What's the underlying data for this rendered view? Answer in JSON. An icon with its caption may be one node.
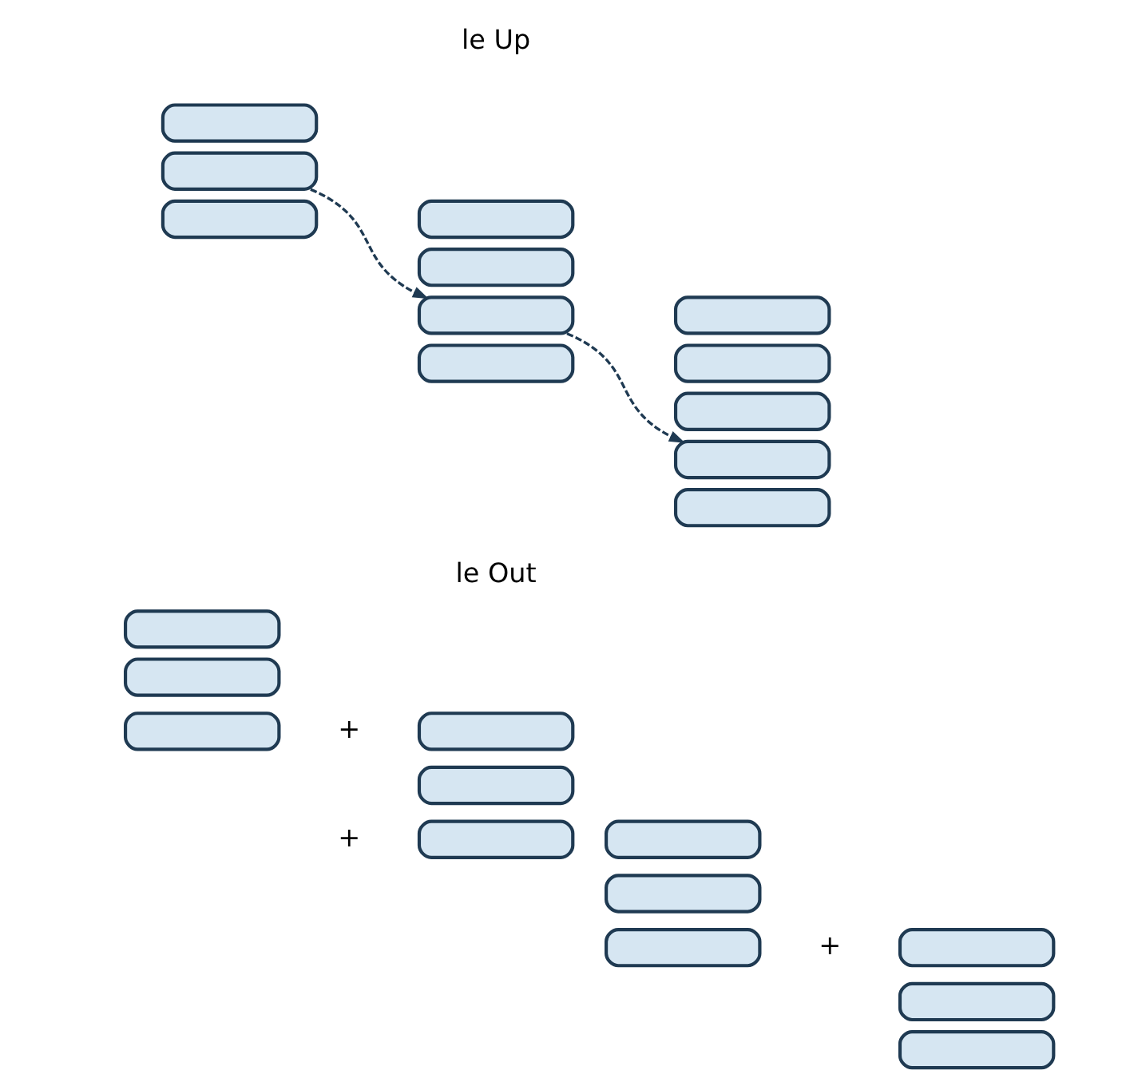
{
  "diagram": {
    "nodes": [
      {
        "text": [],
        "shape": "box"
      },
      {
        "text": [],
        "shape": "box"
      },
      {
        "text": [],
        "shape": "box"
      },
      {
        "text": [],
        "shape": "box"
      },
      {
        "text": [],
        "shape": "box"
      },
      {
        "text": [],
        "shape": "box"
      },
      {
        "text": [],
        "shape": "box"
      },
      {
        "text": [],
        "shape": "box"
      },
      {
        "text": [],
        "shape": "box"
      },
      {
        "text": [],
        "shape": "box"
      },
      {
        "text": [],
        "shape": "box"
      },
      {
        "text": [],
        "shape": "box"
      },
      {
        "text": [],
        "shape": "box"
      },
      {
        "text": [],
        "shape": "box"
      },
      {
        "text": [],
        "shape": "box"
      },
      {
        "text": [],
        "shape": "box"
      },
      {
        "text": [],
        "shape": "box"
      },
      {
        "text": [],
        "shape": "box"
      },
      {
        "text": [],
        "shape": "box"
      },
      {
        "text": [],
        "shape": "box"
      },
      {
        "text": [],
        "shape": "box"
      },
      {
        "text": [],
        "shape": "box"
      },
      {
        "text": [],
        "shape": "box"
      },
      {
        "text": [],
        "shape": "box"
      }
    ],
    "edges": [
      {
        "from": 1,
        "to": 5,
        "arrow": "to",
        "style": "dashed"
      },
      {
        "from": 5,
        "to": 10,
        "arrow": "to",
        "style": "dashed"
      }
    ],
    "labels": [
      "le Up",
      "le Out",
      "+",
      "+",
      "+"
    ]
  }
}
